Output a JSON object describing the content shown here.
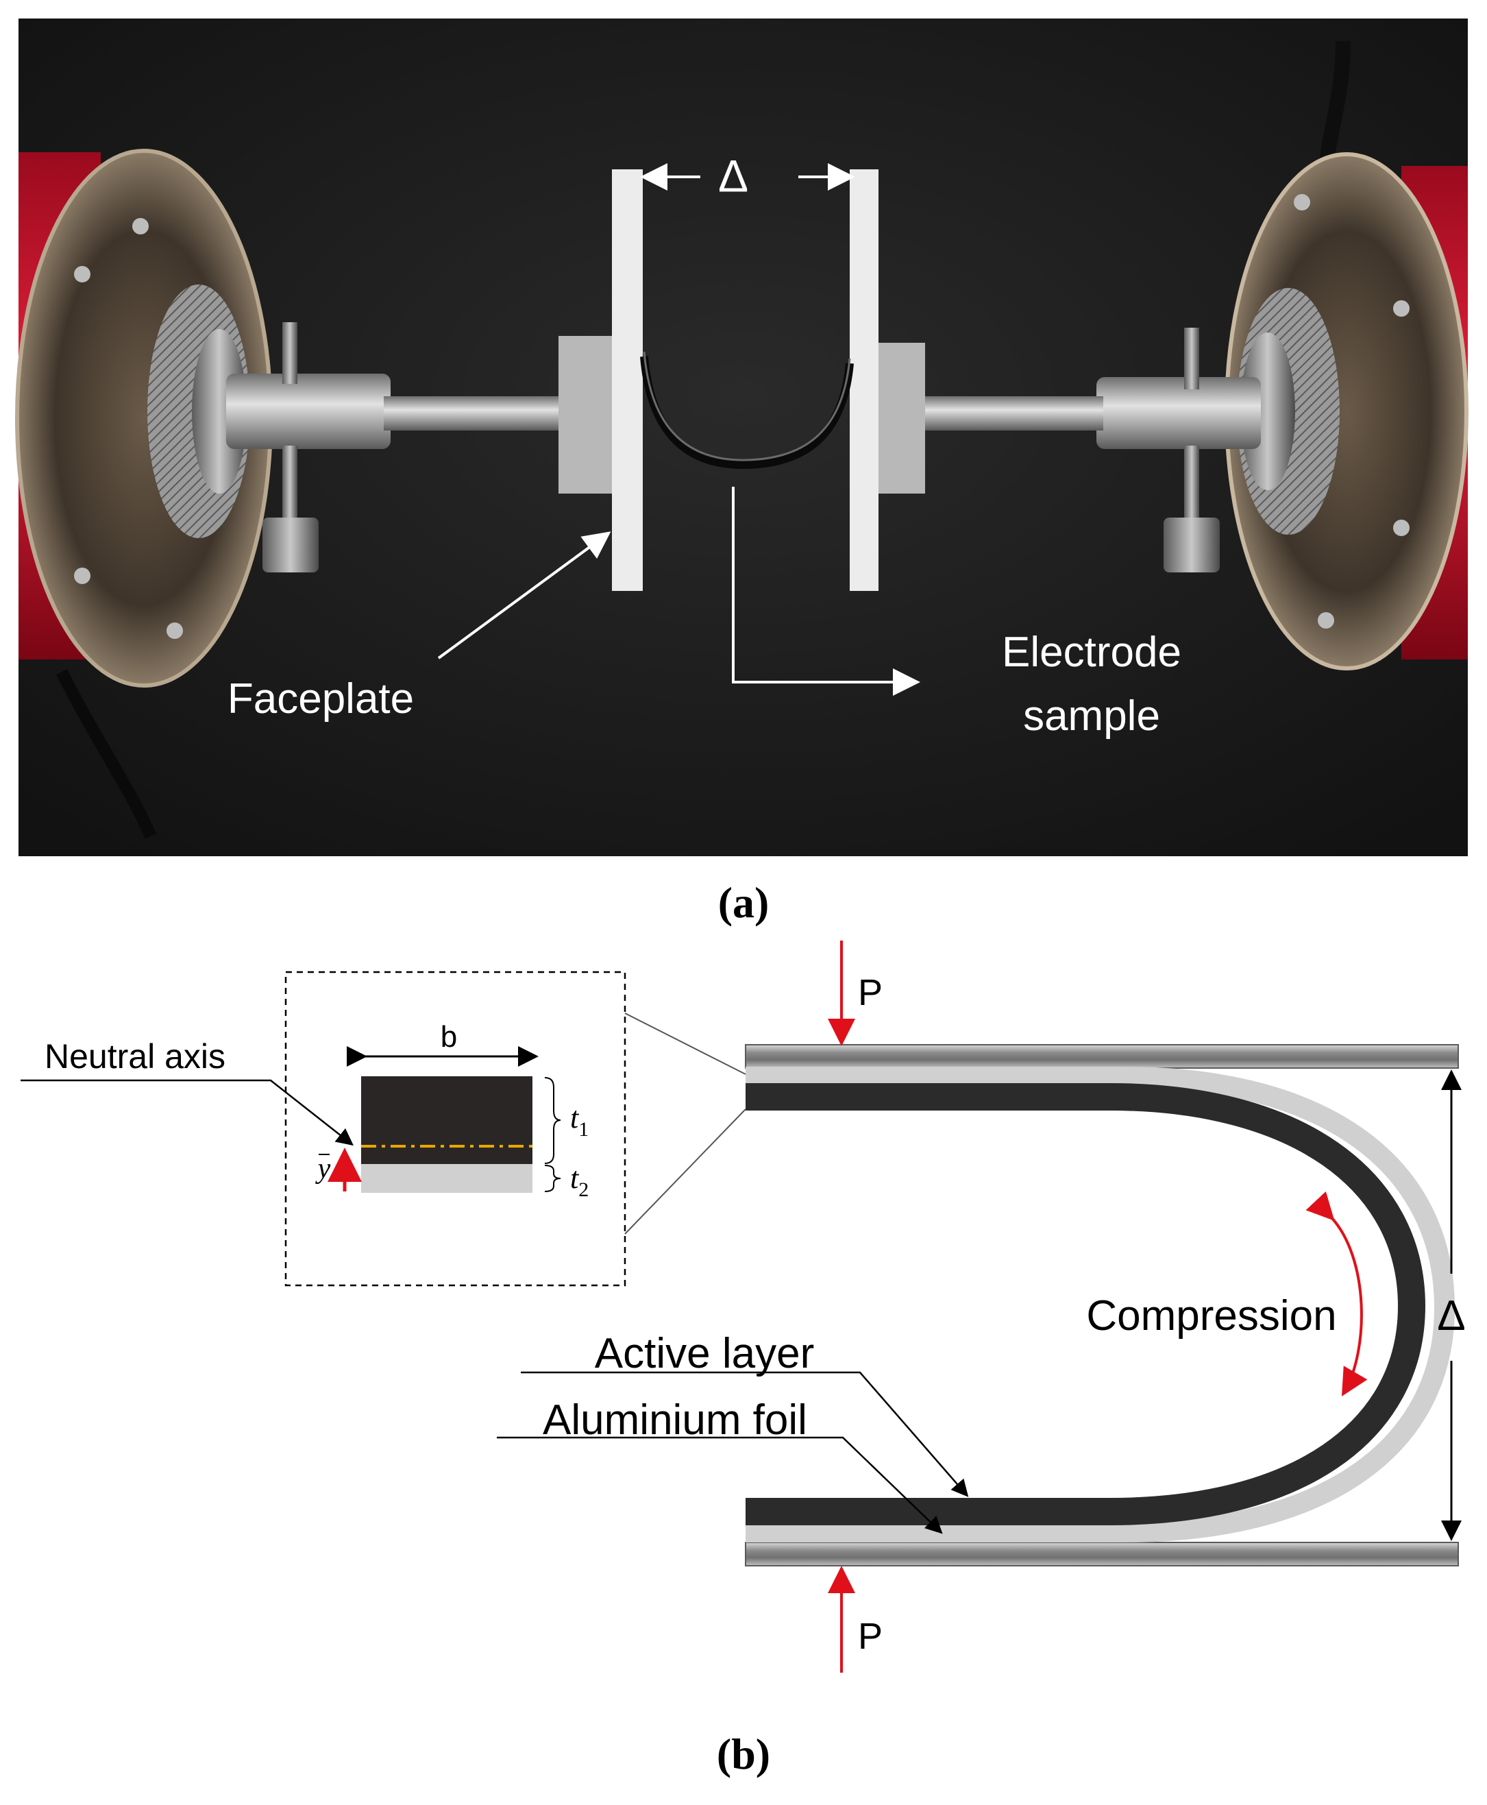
{
  "panel_a": {
    "delta_label": "Δ",
    "faceplate_label": "Faceplate",
    "electrode_line1": "Electrode",
    "electrode_line2": "sample",
    "caption": "(a)"
  },
  "panel_b": {
    "force_top": "P",
    "force_bottom": "P",
    "delta_label": "Δ",
    "neutral_axis_label": "Neutral axis",
    "width_label": "b",
    "t1_label": "t",
    "t1_sub": "1",
    "t2_label": "t",
    "t2_sub": "2",
    "ybar_label": "y",
    "compression_label": "Compression",
    "active_layer_label": "Active  layer",
    "foil_label": "Aluminium foil",
    "caption": "(b)"
  },
  "colors": {
    "photo_background": "#1b1b1b",
    "housing_red": "#c8102e",
    "metal": "#a8a8a8",
    "faceplate_white": "#e9e9e9",
    "active_layer": "#2b2b2b",
    "aluminium_foil": "#d0d0d0",
    "neutral_axis": "#e8a800",
    "force_arrow": "#e0101a"
  }
}
